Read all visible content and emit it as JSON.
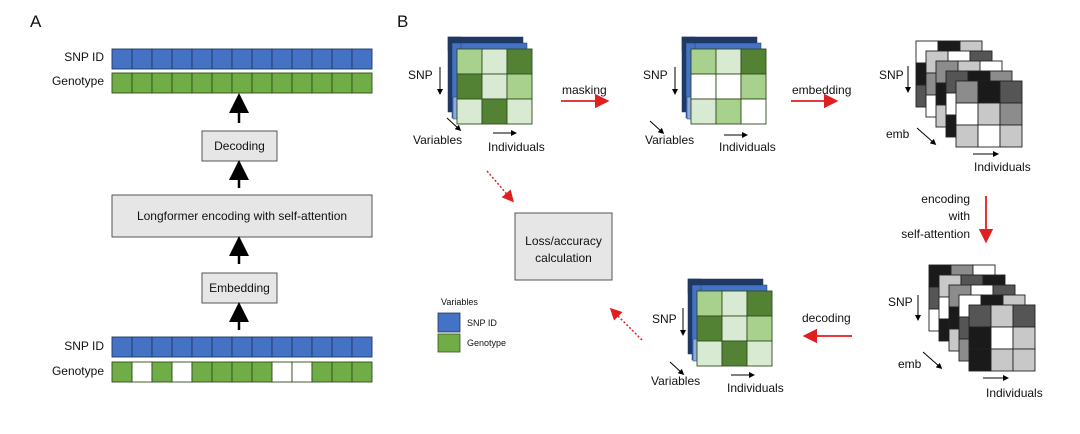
{
  "panel_a": {
    "letter": "A",
    "top_label_snp": "SNP ID",
    "top_label_geno": "Genotype",
    "decoding": "Decoding",
    "encoding": "Longformer encoding with self-attention",
    "embedding": "Embedding",
    "bottom_label_snp": "SNP ID",
    "bottom_label_geno": "Genotype",
    "top_genotype_masked": [
      false,
      false,
      false,
      false,
      false,
      false,
      false,
      false,
      false,
      false,
      false,
      false,
      false
    ],
    "bottom_genotype_masked": [
      false,
      true,
      false,
      true,
      false,
      false,
      false,
      false,
      true,
      true,
      false,
      false,
      false
    ]
  },
  "panel_b": {
    "letter": "B",
    "snp": "SNP",
    "variables": "Variables",
    "individuals": "Individuals",
    "emb": "emb",
    "masking": "masking",
    "embedding": "embedding",
    "encoding_line1": "encoding",
    "encoding_line2": "with",
    "encoding_line3": "self-attention",
    "decoding": "decoding",
    "loss_line1": "Loss/accuracy",
    "loss_line2": "calculation",
    "legend_title": "Variables",
    "legend_snp": "SNP ID",
    "legend_geno": "Genotype"
  },
  "colors": {
    "snp_blue": "#4472c4",
    "geno_green": "#70ad47",
    "dark_navy": "#1f3864",
    "box_gray": "#e7e6e6",
    "red_arrow": "#e02020"
  }
}
